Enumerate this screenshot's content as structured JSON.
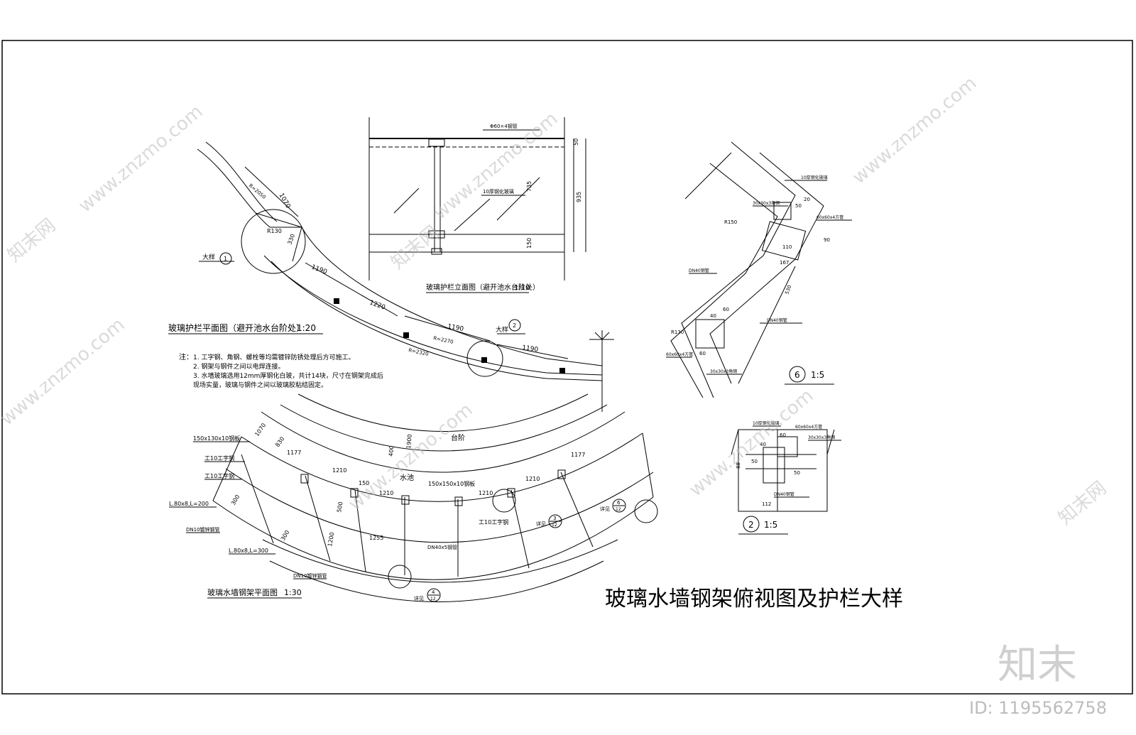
{
  "drawing_title": "玻璃水墙钢架俯视图及护栏大样",
  "views": {
    "railing_plan": {
      "label": "玻璃护栏平面图（避开池水台阶处）",
      "scale": "1:20"
    },
    "railing_elevation": {
      "label": "玻璃护栏立面图（避开池水台阶处）",
      "scale": "1:10"
    },
    "steel_frame_plan": {
      "label": "玻璃水墙钢架平面图",
      "scale": "1:30"
    },
    "detail_6": {
      "number": "6",
      "scale": "1:5"
    },
    "detail_2": {
      "number": "2",
      "scale": "1:5"
    }
  },
  "notes": {
    "heading": "注：",
    "items": [
      "1. 工字钢、角钢、螺栓等均需镀锌防锈处理后方可施工。",
      "2. 钢架与钢件之间以电焊连接。",
      "3. 水墙玻璃选用12mm厚钢化白玻，共计14块，尺寸在钢架完成后",
      "   现场实量，玻璃与钢件之间以玻璃胶粘结固定。"
    ]
  },
  "dimensions": {
    "railing_plan": [
      "1070",
      "1190",
      "1220",
      "1190",
      "1190",
      "330",
      "R130",
      "R=2050",
      "R=2270",
      "R=2320"
    ],
    "railing_elevation": [
      "50",
      "735",
      "150",
      "935",
      "10厚钢化玻璃",
      "Φ60×4钢管"
    ],
    "steel_frame": [
      "1070",
      "830",
      "1177",
      "1210",
      "150",
      "1210",
      "1210",
      "1210",
      "1177",
      "500",
      "1200",
      "1255",
      "400",
      "1900",
      "300",
      "300"
    ],
    "detail_6": [
      "20",
      "50",
      "90",
      "110",
      "167",
      "530",
      "R150",
      "R130",
      "40",
      "60",
      "60"
    ],
    "detail_2": [
      "60",
      "40",
      "50",
      "50",
      "88",
      "112"
    ]
  },
  "labels": {
    "steel_frame": [
      "150x130x10钢板",
      "工10工字钢",
      "工10工字钢",
      "L.80x8,L=200",
      "DN10镀锌钢管",
      "L.80x8,L=300",
      "DN10镀锌钢管",
      "150x150x10钢板",
      "DN40x5钢管",
      "工10工字钢",
      "台阶",
      "水池",
      "详见"
    ],
    "callouts": [
      {
        "num": "1",
        "sheet": "",
        "text": "大样"
      },
      {
        "num": "2",
        "sheet": "",
        "text": "大样"
      },
      {
        "num": "3",
        "sheet": "12",
        "text": "详见"
      },
      {
        "num": "4",
        "sheet": "12",
        "text": "详见"
      },
      {
        "num": "6",
        "sheet": "12",
        "text": "详见"
      }
    ],
    "detail_6": [
      "10厚钢化玻璃",
      "30x30x3角钢",
      "60x60x4方管",
      "DN40钢管",
      "DN40钢管",
      "30x30x3角钢",
      "60x60x4方管"
    ],
    "detail_2": [
      "10厚钢化玻璃",
      "60x60x4方管",
      "30x30x3角钢",
      "DN40钢管"
    ]
  },
  "watermark": {
    "text": "www.znzmo.com",
    "tag": "知末网"
  },
  "brand": {
    "logo": "知末",
    "id": "ID: 1195562758"
  }
}
